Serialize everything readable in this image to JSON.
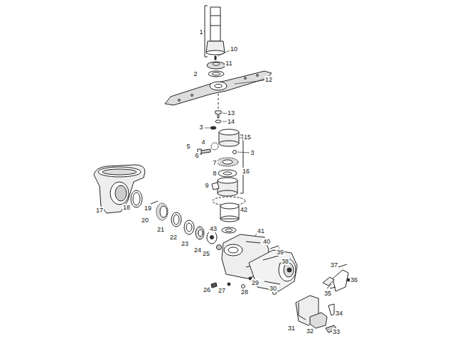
{
  "diagram": {
    "labels": [
      "1",
      "10",
      "11",
      "2",
      "12",
      "13",
      "14",
      "3",
      "15",
      "4",
      "5",
      "6",
      "3",
      "7",
      "8",
      "16",
      "9",
      "42",
      "17",
      "18",
      "19",
      "20",
      "21",
      "22",
      "23",
      "24",
      "43",
      "41",
      "40",
      "39",
      "25",
      "37",
      "38",
      "26",
      "27",
      "28",
      "29",
      "30",
      "36",
      "35",
      "34",
      "31",
      "32",
      "33"
    ]
  }
}
